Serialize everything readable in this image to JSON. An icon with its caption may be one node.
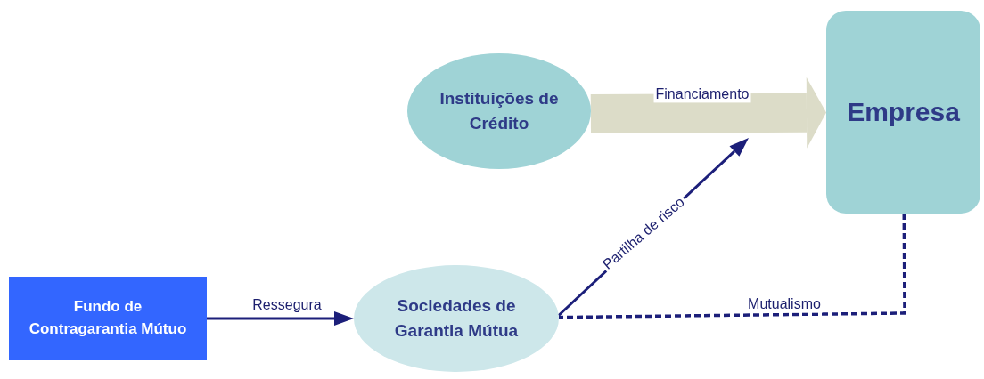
{
  "diagram": {
    "nodes": [
      {
        "text": [
          "Instituições de Crédito"
        ]
      },
      {
        "text": [
          "Empresa"
        ]
      },
      {
        "text": [
          "Fundo de Contragarantia Mútuo"
        ]
      },
      {
        "text": [
          "Sociedades de Garantia Mútua"
        ]
      }
    ],
    "edges": [
      {
        "from": 0,
        "to": 1,
        "arrow": "to",
        "label": "Financiamento",
        "style": "thick",
        "color": "#dcdcc8"
      },
      {
        "from": 2,
        "to": 3,
        "arrow": "to",
        "label": "Ressegura"
      },
      {
        "from": 3,
        "to": null,
        "arrow": "to",
        "label": "Partilha de risco"
      },
      {
        "from": 1,
        "to": 3,
        "arrow": "none",
        "label": "Mutualismo",
        "style": "dashed"
      }
    ]
  }
}
